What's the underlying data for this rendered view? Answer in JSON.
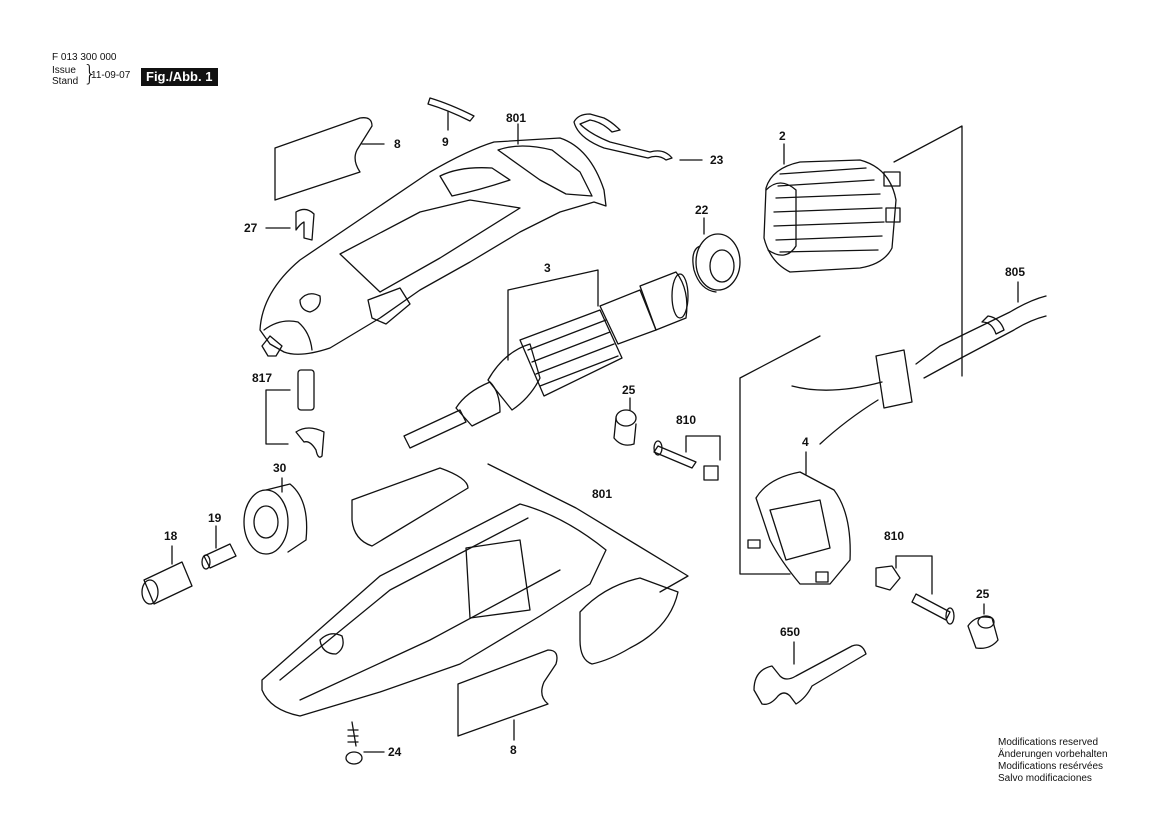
{
  "header": {
    "part_code": "F 013 300 000",
    "issue_label": "Issue",
    "stand_label": "Stand",
    "date": "11-09-07",
    "figure_label": "Fig./Abb. 1"
  },
  "callouts": {
    "c8_top": "8",
    "c9": "9",
    "c801_top": "801",
    "c23": "23",
    "c2": "2",
    "c27": "27",
    "c22": "22",
    "c3": "3",
    "c805": "805",
    "c817": "817",
    "c25_mid": "25",
    "c810_mid": "810",
    "c30": "30",
    "c4": "4",
    "c801_bottom": "801",
    "c18": "18",
    "c19": "19",
    "c810_right": "810",
    "c25_right": "25",
    "c650": "650",
    "c8_bottom": "8",
    "c24": "24"
  },
  "notes": [
    "Modifications reserved",
    "Änderungen vorbehalten",
    "Modifications resérvées",
    "Salvo modificaciones"
  ]
}
